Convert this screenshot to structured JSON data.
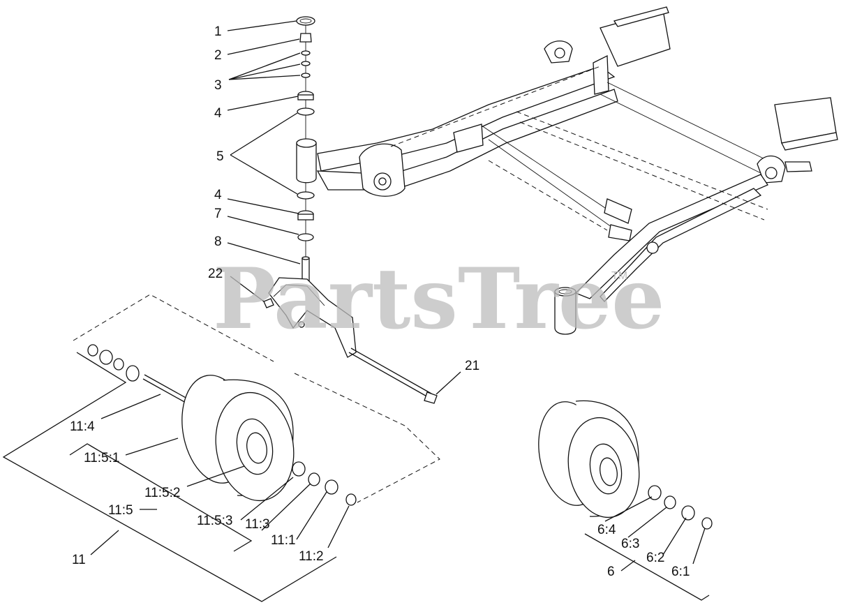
{
  "watermark": {
    "text": "PartsTree",
    "mark": "TM",
    "color": "#bdbdbd"
  },
  "callouts": [
    {
      "id": "c1",
      "label": "1"
    },
    {
      "id": "c2",
      "label": "2"
    },
    {
      "id": "c3",
      "label": "3"
    },
    {
      "id": "c4a",
      "label": "4"
    },
    {
      "id": "c5",
      "label": "5"
    },
    {
      "id": "c4b",
      "label": "4"
    },
    {
      "id": "c7",
      "label": "7"
    },
    {
      "id": "c8",
      "label": "8"
    },
    {
      "id": "c22",
      "label": "22"
    },
    {
      "id": "c21",
      "label": "21"
    },
    {
      "id": "c11_4",
      "label": "11:4"
    },
    {
      "id": "c11_5_1",
      "label": "11:5:1"
    },
    {
      "id": "c11_5_2",
      "label": "11:5:2"
    },
    {
      "id": "c11_5",
      "label": "11:5"
    },
    {
      "id": "c11_5_3",
      "label": "11:5:3"
    },
    {
      "id": "c11_3",
      "label": "11:3"
    },
    {
      "id": "c11_1",
      "label": "11:1"
    },
    {
      "id": "c11_2",
      "label": "11:2"
    },
    {
      "id": "c11",
      "label": "11"
    },
    {
      "id": "c6_4",
      "label": "6:4"
    },
    {
      "id": "c6_3",
      "label": "6:3"
    },
    {
      "id": "c6_2",
      "label": "6:2"
    },
    {
      "id": "c6_1",
      "label": "6:1"
    },
    {
      "id": "c6",
      "label": "6"
    }
  ]
}
